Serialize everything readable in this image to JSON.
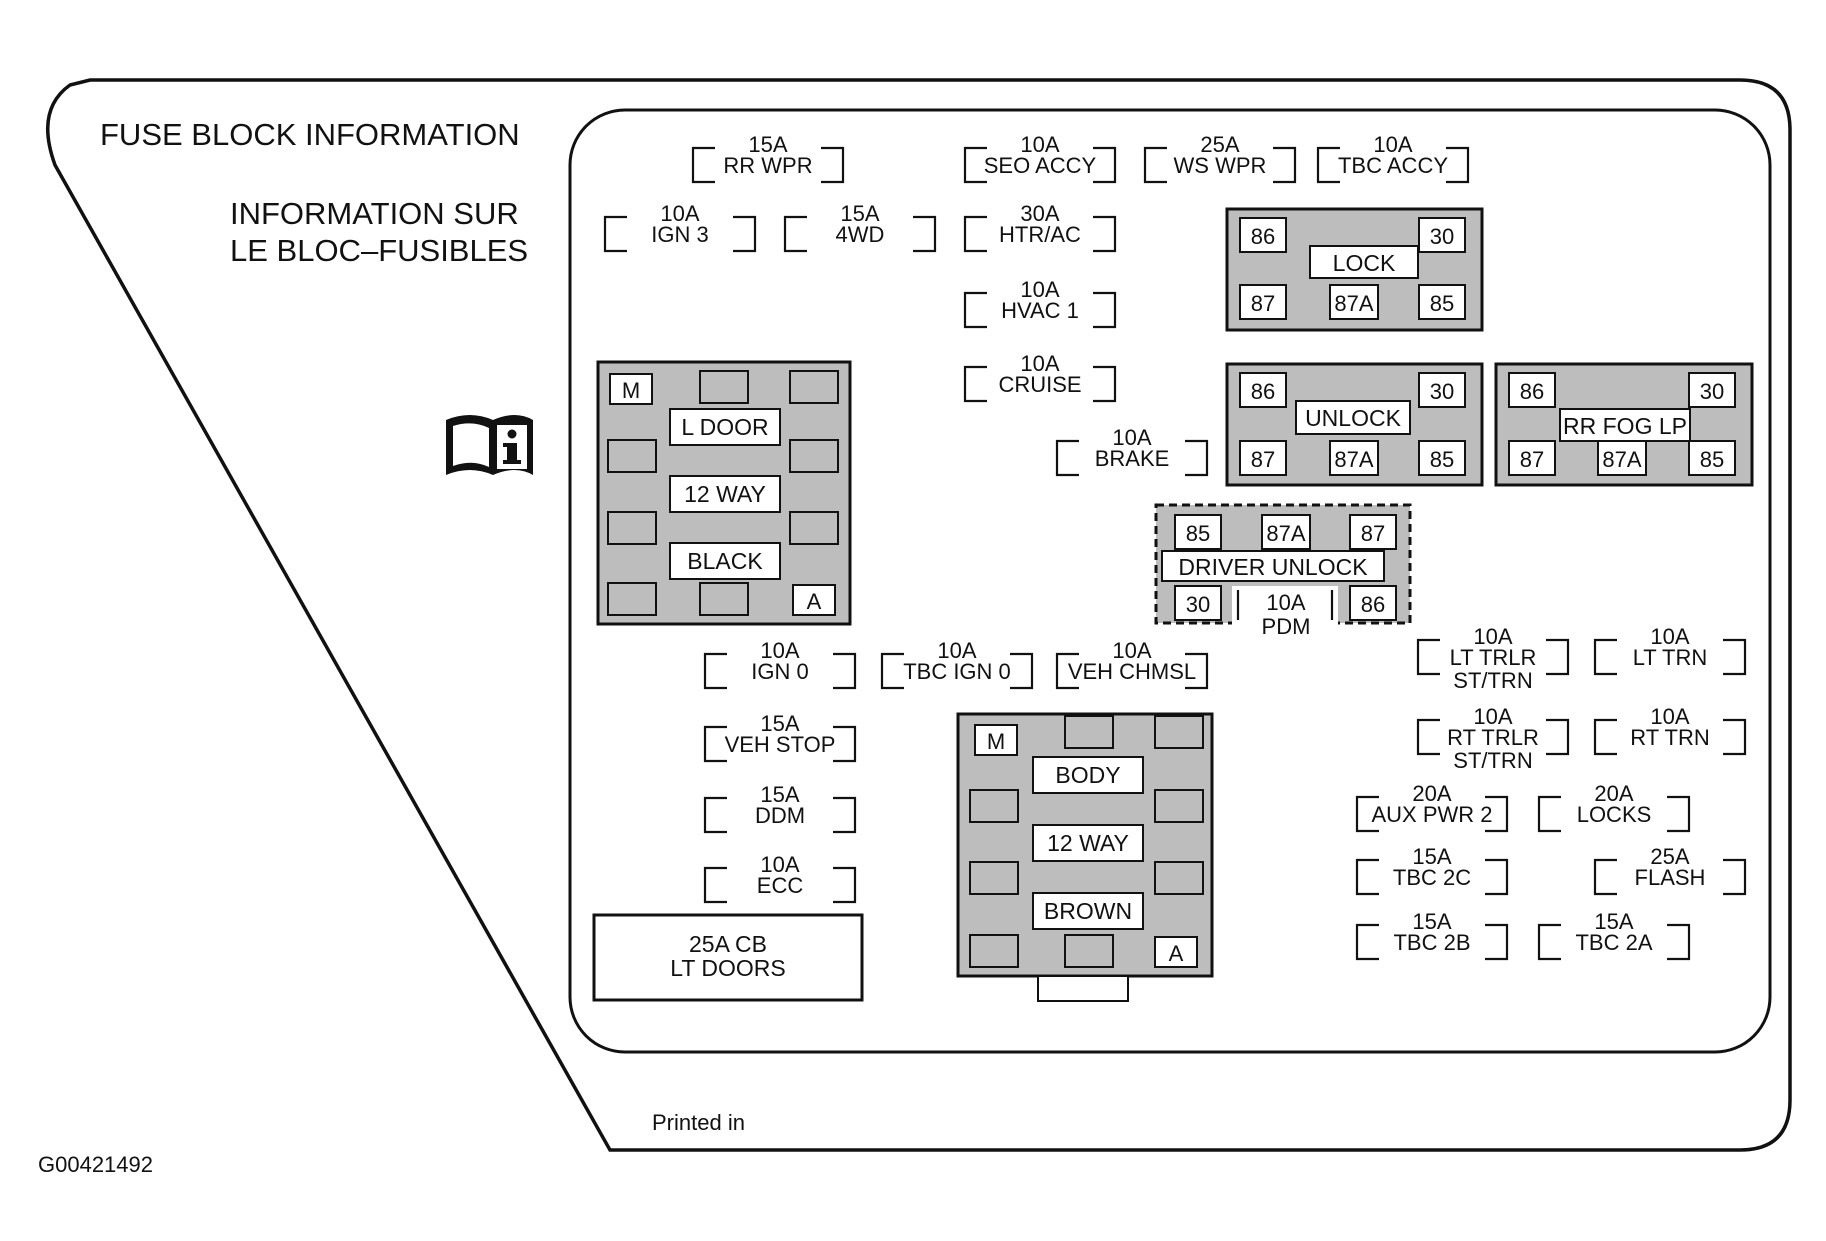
{
  "header": {
    "title_en": "FUSE BLOCK INFORMATION",
    "title_fr_1": "INFORMATION SUR",
    "title_fr_2": "LE BLOC–FUSIBLES",
    "info_icon": "book-info-icon"
  },
  "footer": {
    "printed": "Printed in",
    "figure_id": "G00421492"
  },
  "fuses": [
    {
      "id": "rr-wpr",
      "amp": "15A",
      "label": [
        "RR WPR"
      ]
    },
    {
      "id": "seo-accy",
      "amp": "10A",
      "label": [
        "SEO ACCY"
      ]
    },
    {
      "id": "ws-wpr",
      "amp": "25A",
      "label": [
        "WS WPR"
      ]
    },
    {
      "id": "tbc-accy",
      "amp": "10A",
      "label": [
        "TBC ACCY"
      ]
    },
    {
      "id": "ign3",
      "amp": "10A",
      "label": [
        "IGN 3"
      ]
    },
    {
      "id": "4wd",
      "amp": "15A",
      "label": [
        "4WD"
      ]
    },
    {
      "id": "htr-ac",
      "amp": "30A",
      "label": [
        "HTR/AC"
      ]
    },
    {
      "id": "hvac1",
      "amp": "10A",
      "label": [
        "HVAC 1"
      ]
    },
    {
      "id": "cruise",
      "amp": "10A",
      "label": [
        "CRUISE"
      ]
    },
    {
      "id": "brake",
      "amp": "10A",
      "label": [
        "BRAKE"
      ]
    },
    {
      "id": "ign0",
      "amp": "10A",
      "label": [
        "IGN 0"
      ]
    },
    {
      "id": "tbc-ign0",
      "amp": "10A",
      "label": [
        "TBC IGN 0"
      ]
    },
    {
      "id": "veh-chmsl",
      "amp": "10A",
      "label": [
        "VEH CHMSL"
      ]
    },
    {
      "id": "veh-stop",
      "amp": "15A",
      "label": [
        "VEH STOP"
      ]
    },
    {
      "id": "ddm",
      "amp": "15A",
      "label": [
        "DDM"
      ]
    },
    {
      "id": "ecc",
      "amp": "10A",
      "label": [
        "ECC"
      ]
    },
    {
      "id": "lt-trlr",
      "amp": "10A",
      "label": [
        "LT TRLR",
        "ST/TRN"
      ]
    },
    {
      "id": "lt-trn",
      "amp": "10A",
      "label": [
        "LT TRN"
      ]
    },
    {
      "id": "rt-trlr",
      "amp": "10A",
      "label": [
        "RT TRLR",
        "ST/TRN"
      ]
    },
    {
      "id": "rt-trn",
      "amp": "10A",
      "label": [
        "RT TRN"
      ]
    },
    {
      "id": "aux-pwr2",
      "amp": "20A",
      "label": [
        "AUX PWR 2"
      ]
    },
    {
      "id": "locks",
      "amp": "20A",
      "label": [
        "LOCKS"
      ]
    },
    {
      "id": "tbc-2c",
      "amp": "15A",
      "label": [
        "TBC 2C"
      ]
    },
    {
      "id": "flash",
      "amp": "25A",
      "label": [
        "FLASH"
      ]
    },
    {
      "id": "tbc-2b",
      "amp": "15A",
      "label": [
        "TBC 2B"
      ]
    },
    {
      "id": "tbc-2a",
      "amp": "15A",
      "label": [
        "TBC 2A"
      ]
    }
  ],
  "circuit_breaker": {
    "amp": "25A CB",
    "label": "LT DOORS"
  },
  "relays": [
    {
      "id": "lock",
      "name": "LOCK",
      "pins": [
        "86",
        "30",
        "87",
        "87A",
        "85"
      ]
    },
    {
      "id": "unlock",
      "name": "UNLOCK",
      "pins": [
        "86",
        "30",
        "87",
        "87A",
        "85"
      ]
    },
    {
      "id": "rr-fog",
      "name": "RR FOG LP",
      "pins": [
        "86",
        "30",
        "87",
        "87A",
        "85"
      ]
    }
  ],
  "driver_unlock": {
    "name": "DRIVER UNLOCK",
    "pins": [
      "85",
      "87A",
      "87",
      "30",
      "86"
    ],
    "pdm_amp": "10A",
    "pdm_label": "PDM"
  },
  "connectors": [
    {
      "id": "ldoor",
      "lines": [
        "L DOOR",
        "12 WAY",
        "BLACK"
      ],
      "pin_m": "M",
      "pin_a": "A"
    },
    {
      "id": "body",
      "lines": [
        "BODY",
        "12 WAY",
        "BROWN"
      ],
      "pin_m": "M",
      "pin_a": "A"
    }
  ]
}
